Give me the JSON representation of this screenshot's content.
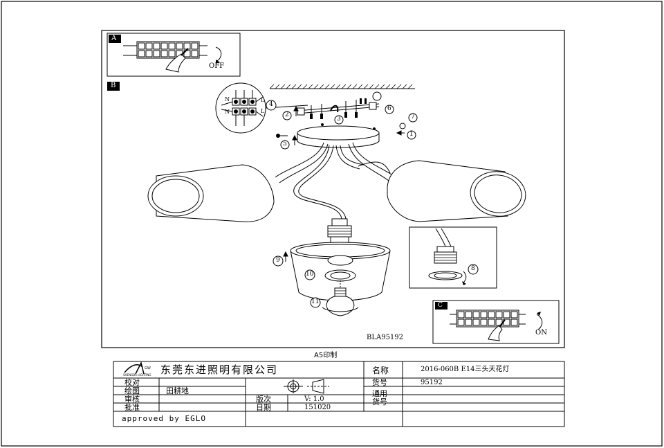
{
  "panels": {
    "a_label": "A",
    "b_label": "B",
    "c_label": "C",
    "off_text": "OFF",
    "on_text": "ON",
    "model_code": "BLA95192"
  },
  "step_numbers": [
    "1",
    "2",
    "3",
    "4",
    "5",
    "6",
    "7",
    "8",
    "9",
    "10",
    "11"
  ],
  "connector_letters": {
    "n": "N",
    "l": "L"
  },
  "print_note": "A5印制",
  "title_block": {
    "company": "东莞东进照明有限公司",
    "logo_text": "SHENGDA LIGHTING",
    "logo_mark": "GW",
    "name_label": "名称",
    "name_value": "2016-060B E14三头天花灯",
    "item_no_label": "货号",
    "item_no_value": "95192",
    "general_item_label_1": "通用",
    "general_item_label_2": "货号",
    "check_label": "校对",
    "draw_label": "绘图",
    "draw_value": "田耕地",
    "review_label": "审核",
    "approve_label": "批准",
    "version_label": "版次",
    "version_value": "V: 1.0",
    "date_label": "日期",
    "date_value": "151020",
    "approved_text": "approved by EGLO"
  }
}
